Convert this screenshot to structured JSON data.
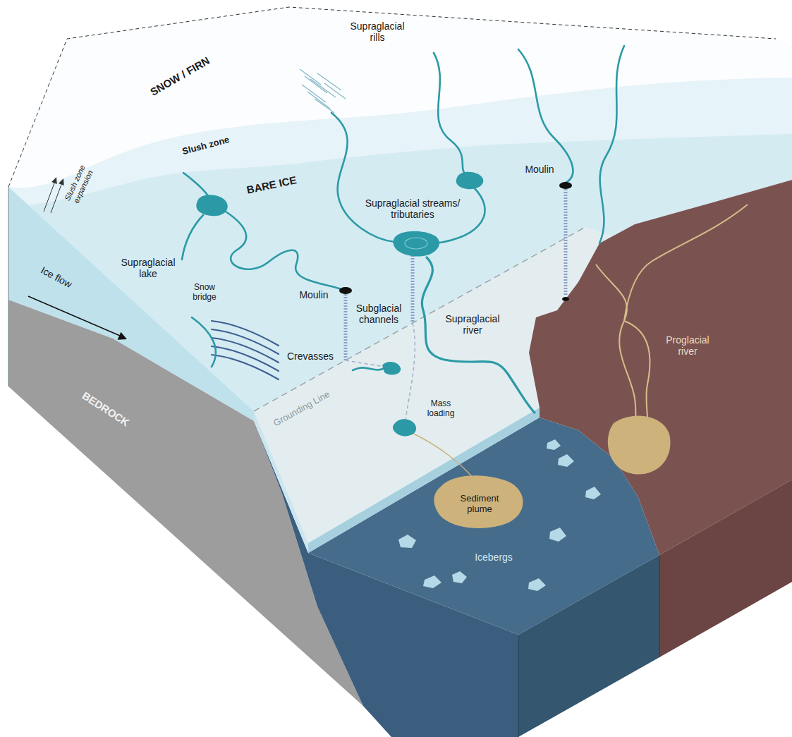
{
  "diagram": {
    "labels": [
      "SNOW / FIRN",
      "Supraglacial rills",
      "Slush zone",
      "Slush zone expansion",
      "Moulin",
      "BARE ICE",
      "Supraglacial streams/ tributaries",
      "Supraglacial lake",
      "Ice flow",
      "Snow bridge",
      "Moulin",
      "Subglacial channels",
      "Supraglacial river",
      "Proglacial river",
      "Crevasses",
      "Mass loading",
      "BEDROCK",
      "Grounding Line",
      "Sediment plume",
      "Icebergs"
    ]
  }
}
